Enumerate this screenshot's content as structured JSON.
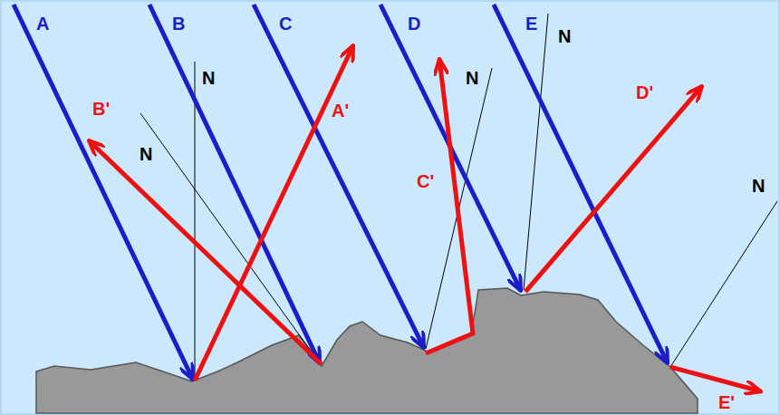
{
  "diagram": {
    "labels": [
      "A",
      "B",
      "C",
      "D",
      "E",
      "A'",
      "B'",
      "C'",
      "D'",
      "E'",
      "N",
      "N",
      "N",
      "N",
      "N"
    ]
  }
}
